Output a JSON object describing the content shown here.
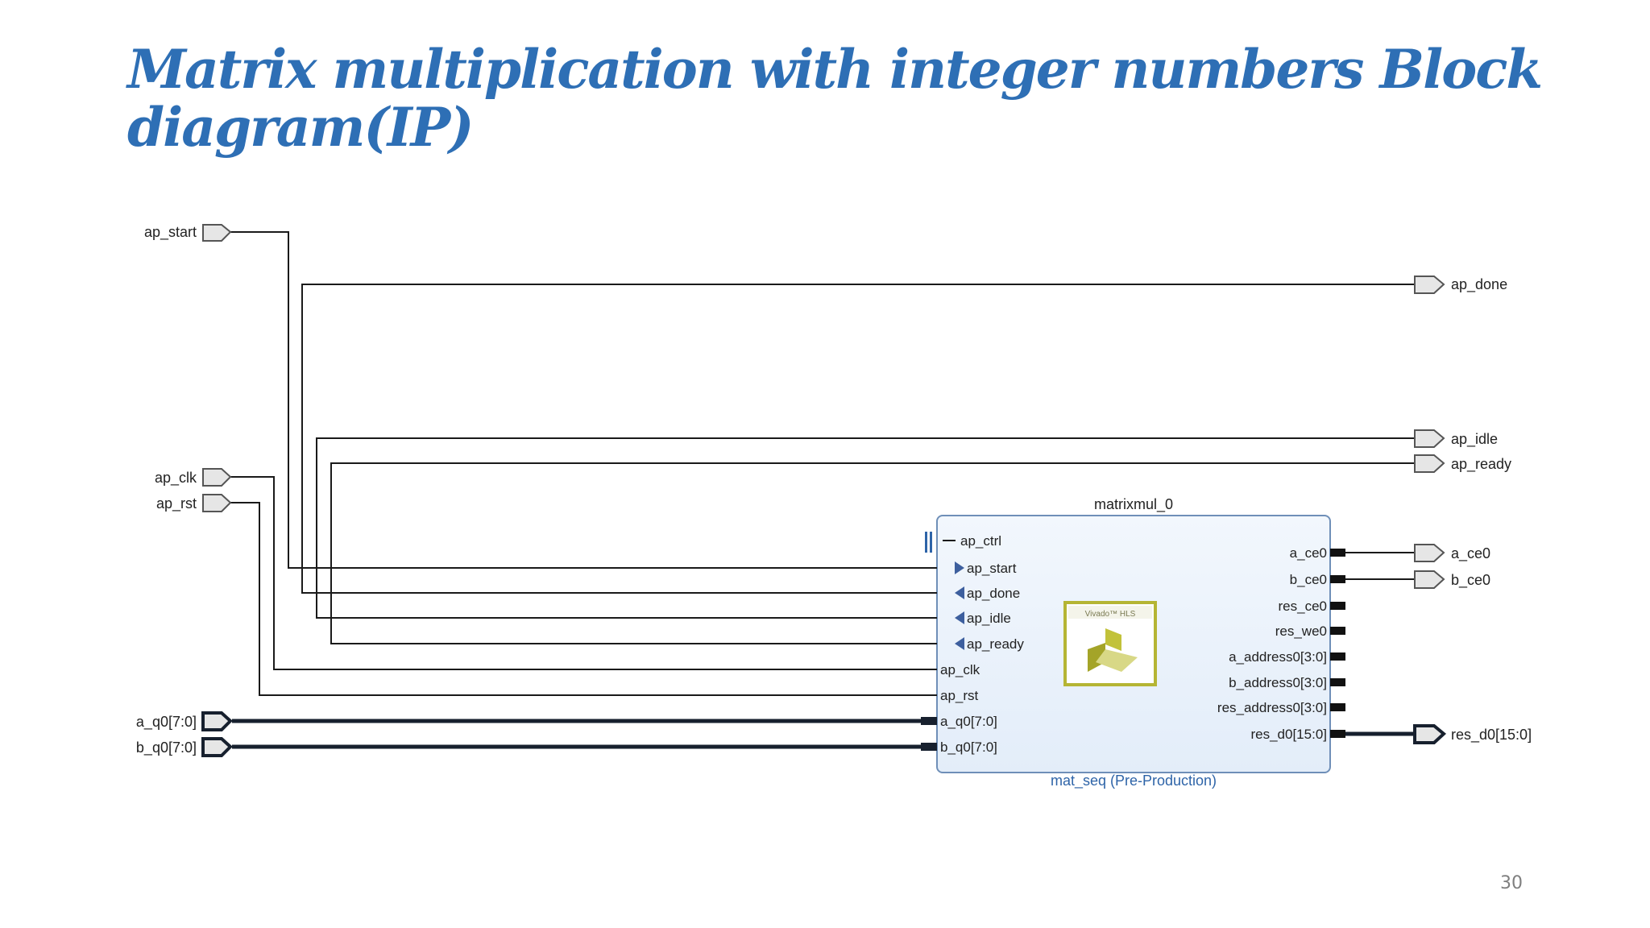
{
  "slide": {
    "title": "Matrix multiplication with integer numbers Block diagram(IP)",
    "page_number": "30"
  },
  "inputs": {
    "ap_start": "ap_start",
    "ap_clk": "ap_clk",
    "ap_rst": "ap_rst",
    "a_q0": "a_q0[7:0]",
    "b_q0": "b_q0[7:0]"
  },
  "outputs": {
    "ap_done": "ap_done",
    "ap_idle": "ap_idle",
    "ap_ready": "ap_ready",
    "a_ce0": "a_ce0",
    "b_ce0": "b_ce0",
    "res_d0": "res_d0[15:0]"
  },
  "block": {
    "instance_name": "matrixmul_0",
    "ip_name": "mat_seq (Pre-Production)",
    "logo_text": "Vivado™ HLS",
    "left_ports": {
      "ap_ctrl": "ap_ctrl",
      "ap_start": "ap_start",
      "ap_done": "ap_done",
      "ap_idle": "ap_idle",
      "ap_ready": "ap_ready",
      "ap_clk": "ap_clk",
      "ap_rst": "ap_rst",
      "a_q0": "a_q0[7:0]",
      "b_q0": "b_q0[7:0]"
    },
    "right_ports": {
      "a_ce0": "a_ce0",
      "b_ce0": "b_ce0",
      "res_ce0": "res_ce0",
      "res_we0": "res_we0",
      "a_address0": "a_address0[3:0]",
      "b_address0": "b_address0[3:0]",
      "res_address0": "res_address0[3:0]",
      "res_d0": "res_d0[15:0]"
    }
  },
  "colors": {
    "title": "#2e6fb5",
    "block_fill": "#e8f1fb",
    "block_border": "#6f8fb8",
    "wire": "#1a1a1a",
    "bus": "#17202e",
    "port_fill": "#e6e6e6",
    "logo": "#b5b534"
  }
}
